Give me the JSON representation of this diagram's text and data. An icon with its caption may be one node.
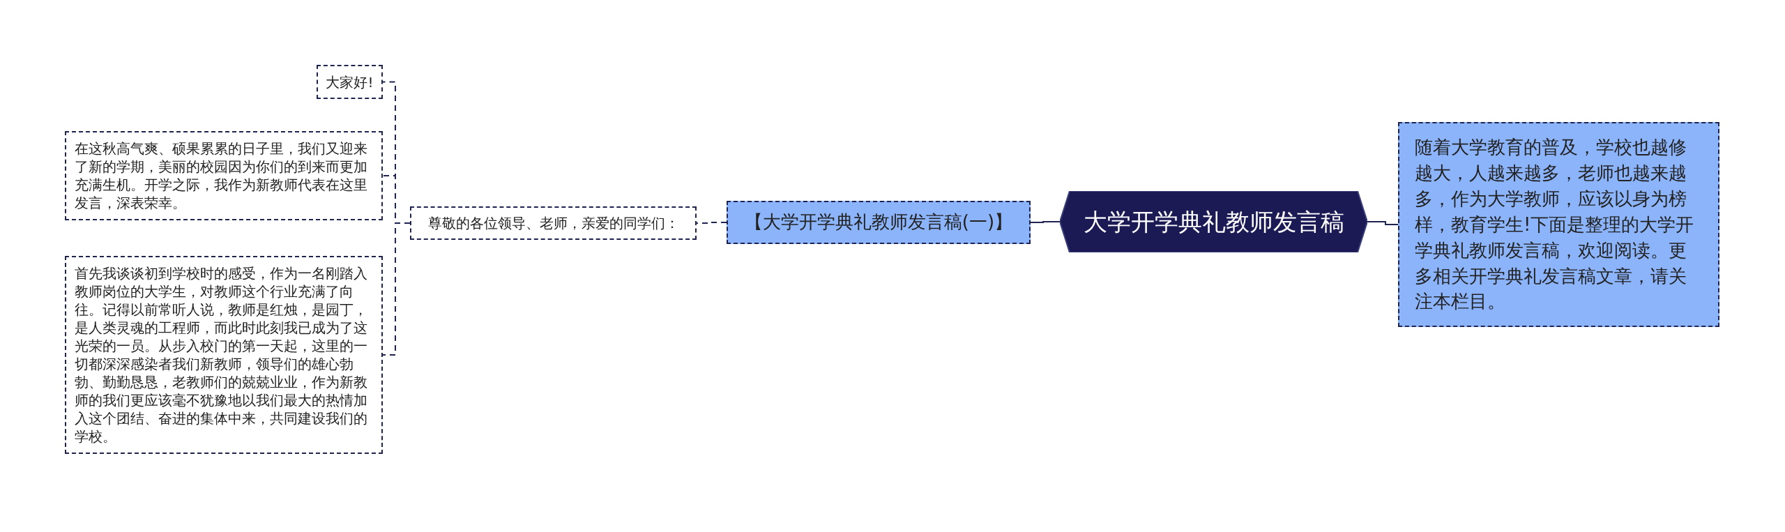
{
  "diagram": {
    "nodes": [
      {
        "text": [
          "大学开学典礼教师发言稿"
        ]
      },
      {
        "text": [
          "随着大学教育的普及，学校也越修越大，人越来越多，老师也越来越多，作为大学教师，应该以身为榜样，教育学生!下面是整理的大学开学典礼教师发言稿，欢迎阅读。更多相关开学典礼发言稿文章，请关注本栏目。"
        ]
      },
      {
        "text": [
          "【大学开学典礼教师发言稿(一)】"
        ]
      },
      {
        "text": [
          "尊敬的各位领导、老师，亲爱的同学们："
        ]
      },
      {
        "text": [
          "大家好!"
        ]
      },
      {
        "text": [
          "在这秋高气爽、硕果累累的日子里，我们又迎来了新的学期，美丽的校园因为你们的到来而更加充满生机。开学之际，我作为新教师代表在这里发言，深表荣幸。"
        ]
      },
      {
        "text": [
          "首先我谈谈初到学校时的感受，作为一名刚踏入教师岗位的大学生，对教师这个行业充满了向往。记得以前常听人说，教师是红烛，是园丁，是人类灵魂的工程师，而此时此刻我已成为了这光荣的一员。从步入校门的第一天起，这里的一切都深深感染者我们新教师，领导们的雄心勃勃、勤勤恳恳，老教师们的兢兢业业，作为新教师的我们更应该毫不犹豫地以我们最大的热情加入这个团结、奋进的集体中来，共同建设我们的学校。"
        ]
      }
    ],
    "edges": [
      {
        "from": 0,
        "to": 1,
        "arrow": "none"
      },
      {
        "from": 0,
        "to": 2,
        "arrow": "none"
      },
      {
        "from": 2,
        "to": 3,
        "arrow": "none",
        "style": "dashed"
      },
      {
        "from": 3,
        "to": 4,
        "arrow": "none",
        "style": "dashed"
      },
      {
        "from": 3,
        "to": 5,
        "arrow": "none",
        "style": "dashed"
      },
      {
        "from": 3,
        "to": 6,
        "arrow": "none",
        "style": "dashed"
      }
    ]
  }
}
